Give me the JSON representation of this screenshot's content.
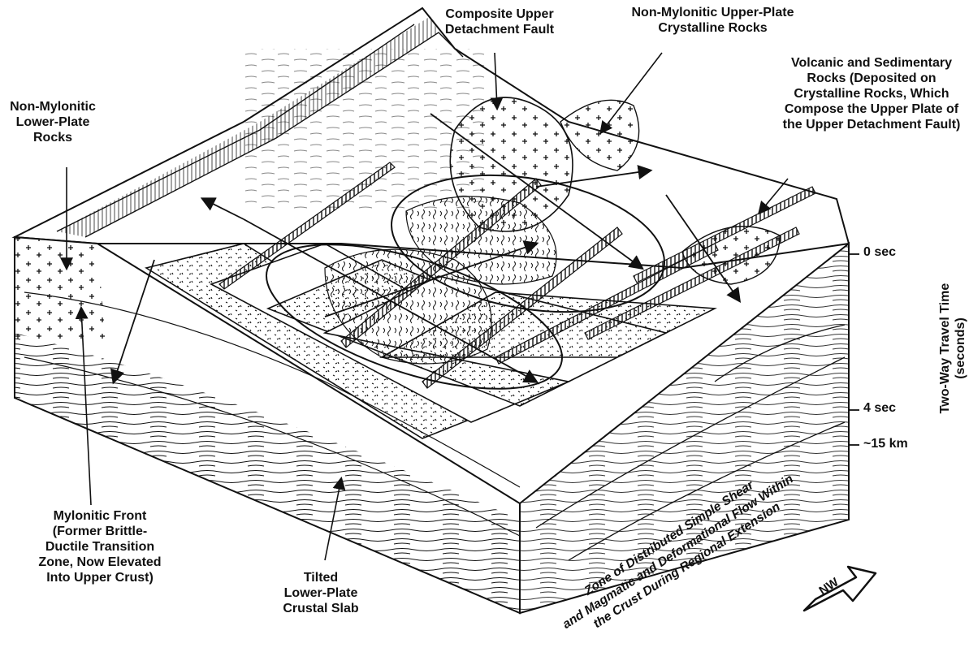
{
  "labels": {
    "composite_upper_detachment": [
      "Composite Upper",
      "Detachment Fault"
    ],
    "non_mylonitic_upper_plate": [
      "Non-Mylonitic Upper-Plate",
      "Crystalline Rocks"
    ],
    "volcanic_sedimentary": [
      "Volcanic and Sedimentary",
      "Rocks (Deposited on",
      "Crystalline Rocks, Which",
      "Compose the Upper Plate of",
      "the Upper Detachment Fault)"
    ],
    "non_mylonitic_lower_plate": [
      "Non-Mylonitic",
      "Lower-Plate",
      "Rocks"
    ],
    "mylonitic_front": [
      "Mylonitic Front",
      "(Former Brittle-",
      "Ductile Transition",
      "Zone, Now Elevated",
      "Into Upper Crust)"
    ],
    "tilted_slab": [
      "Tilted",
      "Lower-Plate",
      "Crustal Slab"
    ],
    "shear_zone": [
      "Zone of Distributed Simple Shear",
      "and Magmatic and Deformational Flow Within",
      "the Crust During Regional Extension"
    ]
  },
  "depth_scale": {
    "title": [
      "Two-Way Travel Time",
      "(seconds)"
    ],
    "ticks": [
      "0 sec",
      "4 sec",
      "~15 km"
    ]
  },
  "compass": {
    "label": "NW"
  },
  "colors": {
    "ink": "#111111",
    "paper": "#ffffff"
  }
}
